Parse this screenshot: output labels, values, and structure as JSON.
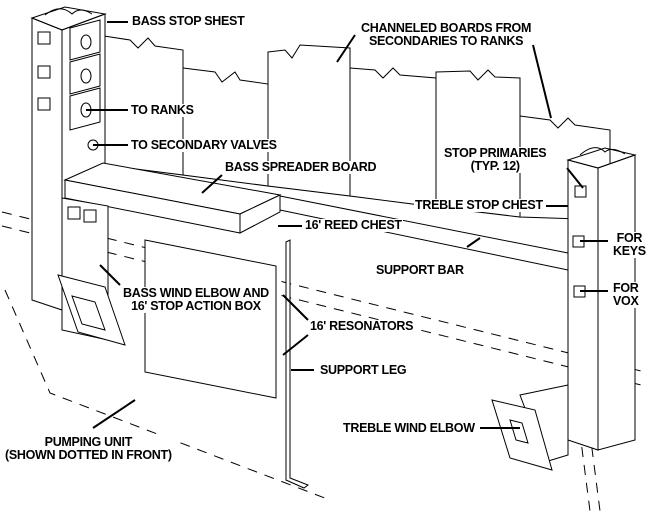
{
  "diagram": {
    "title": "Organ chest layout — bass and treble stop chests",
    "colors": {
      "ink": "#000000",
      "background": "#ffffff"
    },
    "labels": {
      "bass_stop_chest": "BASS STOP SHEST",
      "channeled_boards_1": "CHANNELED BOARDS FROM",
      "channeled_boards_2": "SECONDARIES TO RANKS",
      "to_ranks": "TO RANKS",
      "to_secondary_valves": "TO SECONDARY VALVES",
      "bass_spreader_board": "BASS SPREADER BOARD",
      "stop_primaries_1": "STOP PRIMARIES",
      "stop_primaries_2": "(TYP. 12)",
      "treble_stop_chest": "TREBLE STOP CHEST",
      "for_keys_1": "FOR",
      "for_keys_2": "KEYS",
      "for_vox_1": "FOR",
      "for_vox_2": "VOX",
      "reed_chest_16": "16' REED CHEST",
      "support_bar": "SUPPORT BAR",
      "bass_wind_elbow_1": "BASS WIND ELBOW AND",
      "bass_wind_elbow_2": "16' STOP ACTION BOX",
      "resonators_16": "16' RESONATORS",
      "support_leg": "SUPPORT LEG",
      "treble_wind_elbow": "TREBLE WIND ELBOW",
      "pumping_unit_1": "PUMPING UNIT",
      "pumping_unit_2": "(SHOWN DOTTED IN FRONT)"
    }
  }
}
